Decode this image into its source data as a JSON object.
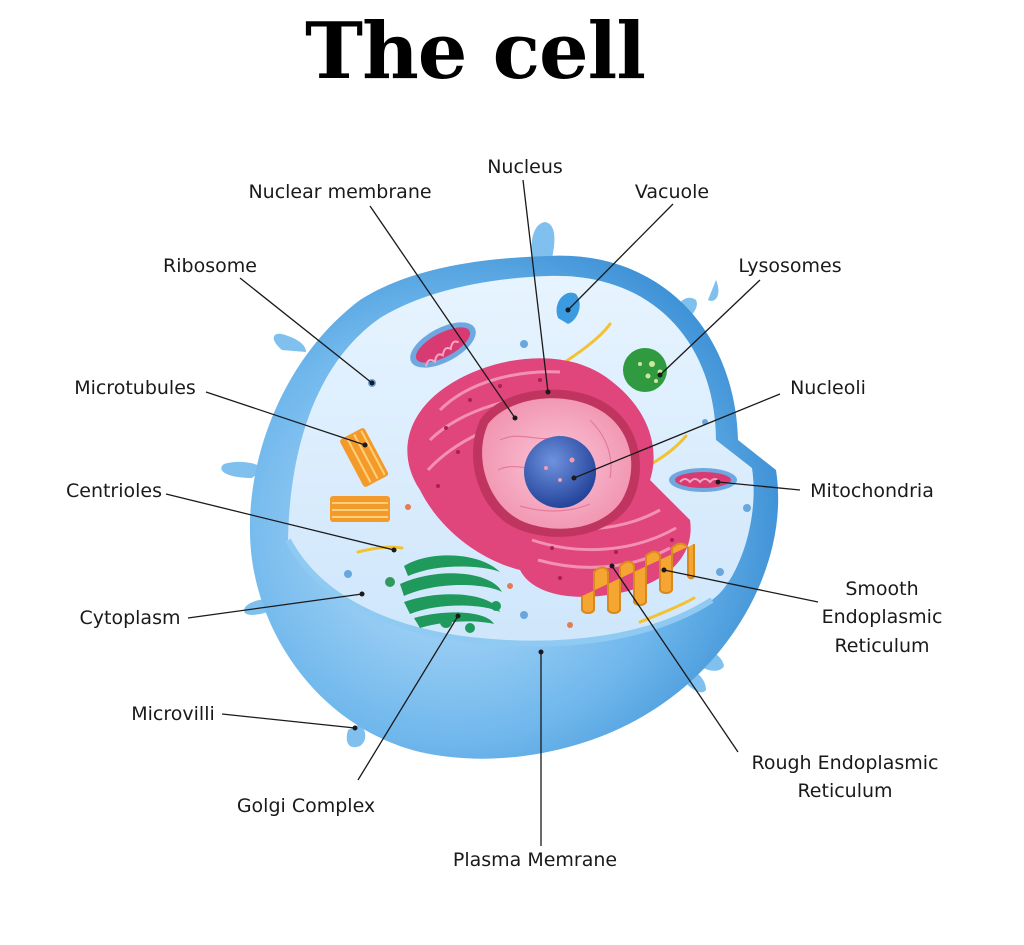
{
  "title": "The cell",
  "labels": {
    "nucleus": "Nucleus",
    "nuclear_membrane": "Nuclear membrane",
    "vacuole": "Vacuole",
    "ribosome": "Ribosome",
    "lysosomes": "Lysosomes",
    "microtubules": "Microtubules",
    "nucleoli": "Nucleoli",
    "centrioles": "Centrioles",
    "mitochondria": "Mitochondria",
    "cytoplasm": "Cytoplasm",
    "smooth_er": [
      "Smooth",
      "Endoplasmic",
      "Reticulum"
    ],
    "microvilli": "Microvilli",
    "rough_er": [
      "Rough Endoplasmic",
      "Reticulum"
    ],
    "golgi_complex": "Golgi Complex",
    "plasma_membrane": "Plasma Memrane"
  },
  "colors": {
    "membrane": "#5aa9e6",
    "cytoplasm": "#dcefff",
    "nuclear_envelope": "#e0457b",
    "nucleoplasm": "#f6a6c0",
    "nucleolus": "#2f5fb8",
    "golgi": "#1f9a5c",
    "lysosome": "#2f9a40",
    "smooth_er": "#f5a531",
    "microtubule": "#f39a2a"
  }
}
